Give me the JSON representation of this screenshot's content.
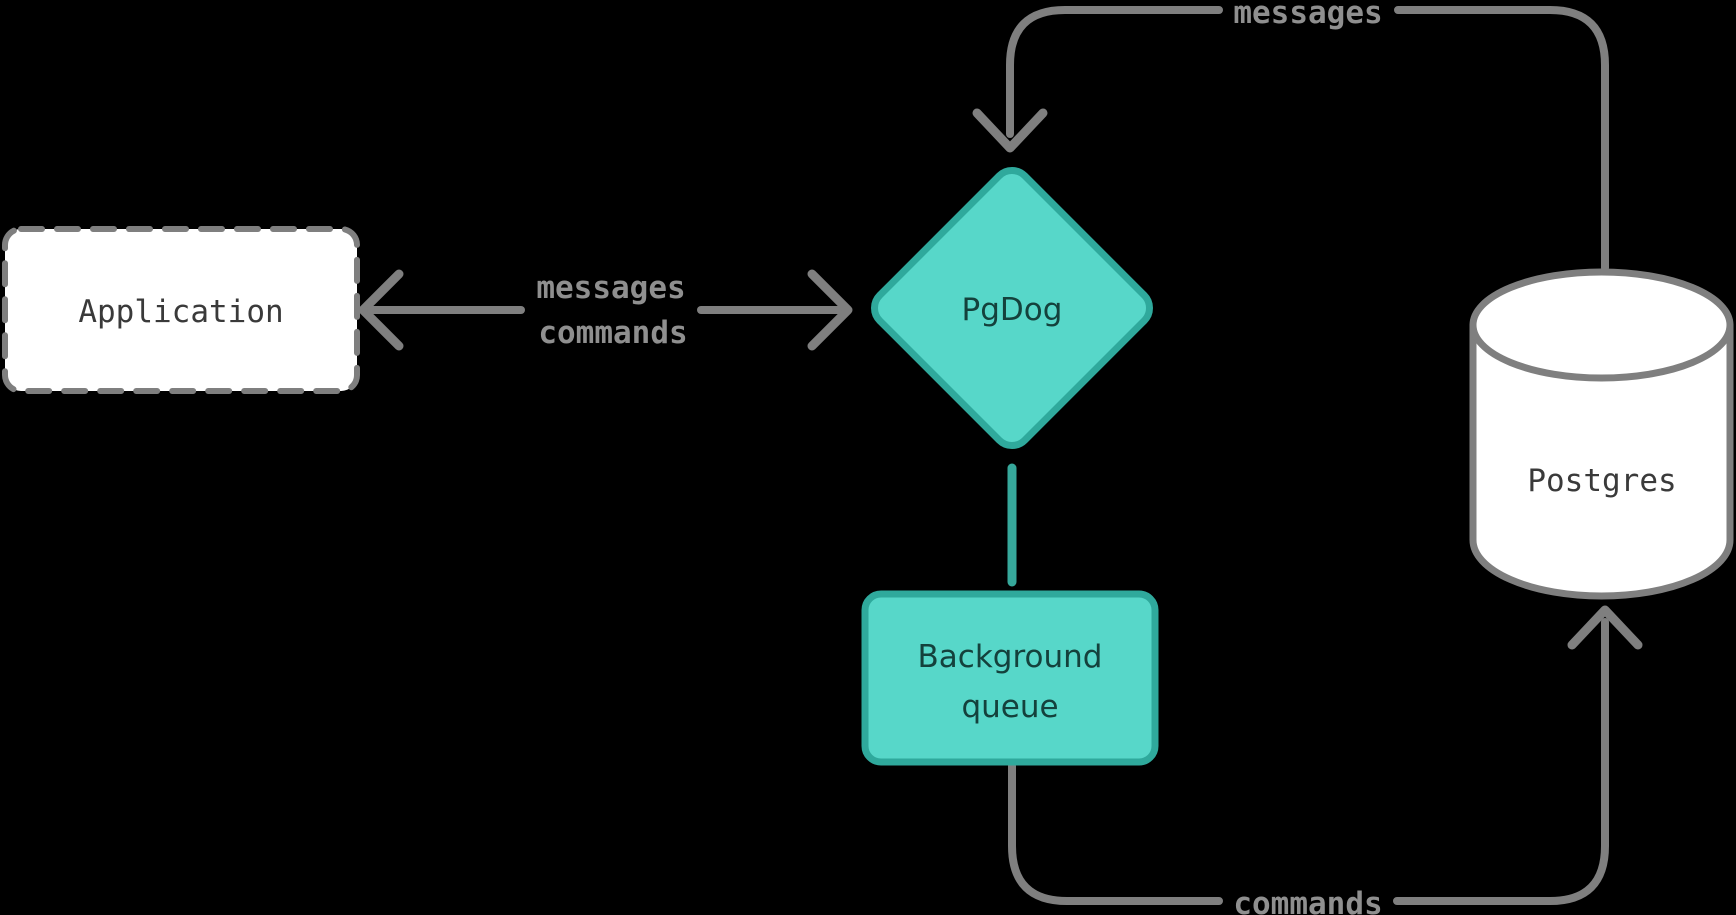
{
  "diagram": {
    "type": "architecture-flow",
    "background_color": "#000000",
    "palette": {
      "line_gray": "#7f7f7f",
      "label_gray": "#8f8f8f",
      "teal_fill": "#57d7c9",
      "teal_border": "#2fa99c",
      "teal_connector": "#36a89b",
      "teal_text": "#14413c",
      "mono_node_text": "#3a3a3a",
      "node_fill_white": "#ffffff"
    },
    "nodes": {
      "application": {
        "label": "Application",
        "shape": "dashed-rectangle"
      },
      "pgdog": {
        "label": "PgDog",
        "shape": "diamond"
      },
      "background_queue": {
        "label_line1": "Background",
        "label_line2": "queue",
        "shape": "rectangle"
      },
      "postgres": {
        "label": "Postgres",
        "shape": "cylinder"
      }
    },
    "edges": {
      "app_pgdog": {
        "direction": "bidirectional",
        "label_top": "messages",
        "label_bottom": "commands"
      },
      "postgres_to_pgdog": {
        "direction": "postgres-to-pgdog",
        "label": "messages"
      },
      "pgdog_to_queue": {
        "direction": "plain-connector",
        "label": ""
      },
      "queue_to_postgres": {
        "direction": "queue-to-postgres",
        "label": "commands"
      }
    }
  }
}
